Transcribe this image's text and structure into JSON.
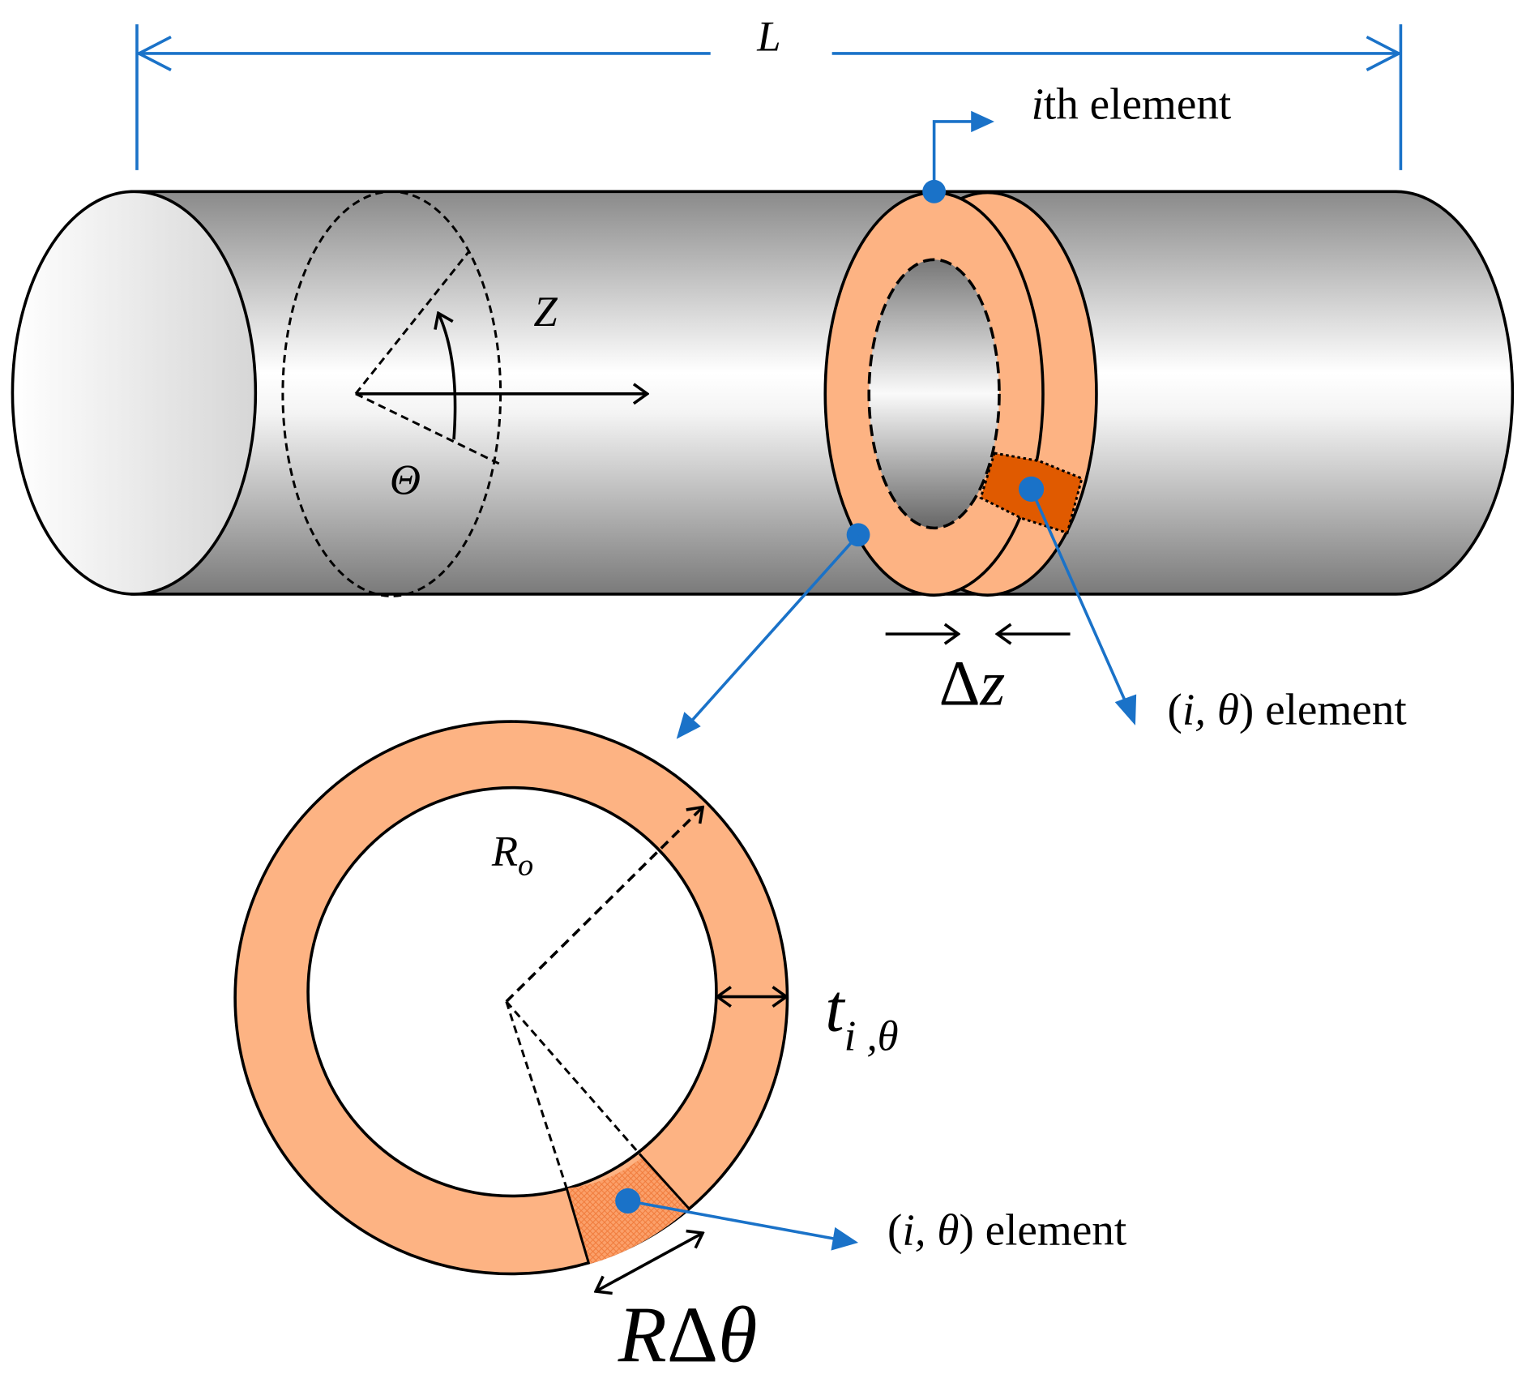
{
  "labels": {
    "length": "L",
    "axis_z": "Z",
    "angle": "Θ",
    "ith_element_var": "i",
    "ith_element_rest": "th  element",
    "delta_z_symbol": "Δ",
    "delta_z_var": "z",
    "element_1_open": "(",
    "element_1_i": "i,",
    "element_1_theta": "θ",
    "element_1_rest": ") element",
    "element_2_open": "(",
    "element_2_i": "i,",
    "element_2_theta": "θ",
    "element_2_rest": ") element",
    "radius_R": "R",
    "radius_sub": "o",
    "thickness_t": "t",
    "thickness_sub": "i ,θ",
    "arc_R": "R",
    "arc_delta": "Δ",
    "arc_theta": "θ"
  },
  "colors": {
    "annotation_blue": "#1a72c8",
    "ring_orange": "#fdb383",
    "element_dark_orange": "#e05a00",
    "outline": "#000000"
  }
}
